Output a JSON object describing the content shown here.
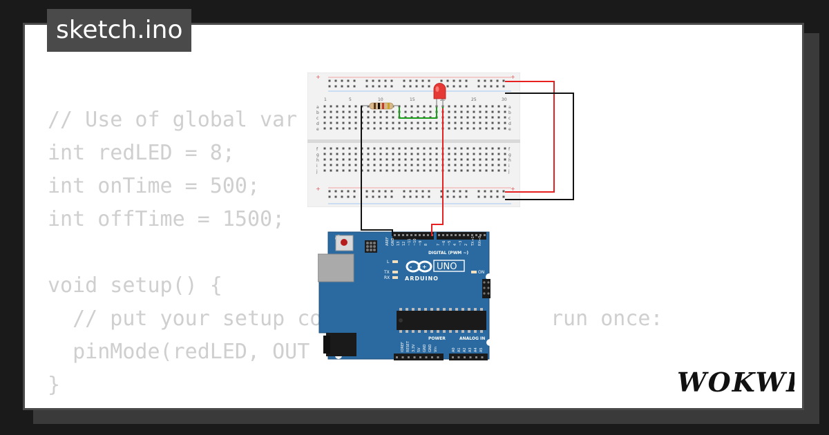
{
  "project": {
    "filename": "sketch.ino"
  },
  "code": {
    "lines": [
      "// Use of global var",
      "int redLED = 8;",
      "int onTime = 500;",
      "int offTime = 1500;",
      "",
      "void setup() {",
      "  // put your setup co",
      "  pinMode(redLED, OUT",
      "}"
    ],
    "line_tail_6": "run once:"
  },
  "breadboard": {
    "column_numbers": [
      "1",
      "5",
      "10",
      "15",
      "20",
      "25",
      "30"
    ],
    "row_letters_top": [
      "a",
      "b",
      "c",
      "d",
      "e"
    ],
    "row_letters_bottom": [
      "f",
      "g",
      "h",
      "i",
      "j"
    ]
  },
  "arduino": {
    "logo_text": "ARDUINO",
    "model": "UNO",
    "digital_label": "DIGITAL (PWM ~)",
    "power_label": "POWER",
    "analog_label": "ANALOG IN",
    "on_label": "ON",
    "l_label": "L",
    "tx_label": "TX",
    "rx_label": "RX",
    "header_pins": [
      "AREF",
      "GND",
      "13",
      "12",
      "~11",
      "~10",
      "~9",
      "8",
      "7",
      "~6",
      "~5",
      "4",
      "~3",
      "2",
      "TX→1",
      "RX←0"
    ],
    "power_pins": [
      "IOREF",
      "RESET",
      "3.3V",
      "5V",
      "GND",
      "GND",
      "Vin"
    ],
    "analog_pins": [
      "A0",
      "A1",
      "A2",
      "A3",
      "A4",
      "A5"
    ]
  },
  "brand": {
    "logo": "WOKWI"
  },
  "colors": {
    "wire_red": "#e62020",
    "wire_black": "#111111",
    "wire_green": "#1a9e1a",
    "board_blue": "#2a6aa0",
    "led_red": "#e53935"
  }
}
